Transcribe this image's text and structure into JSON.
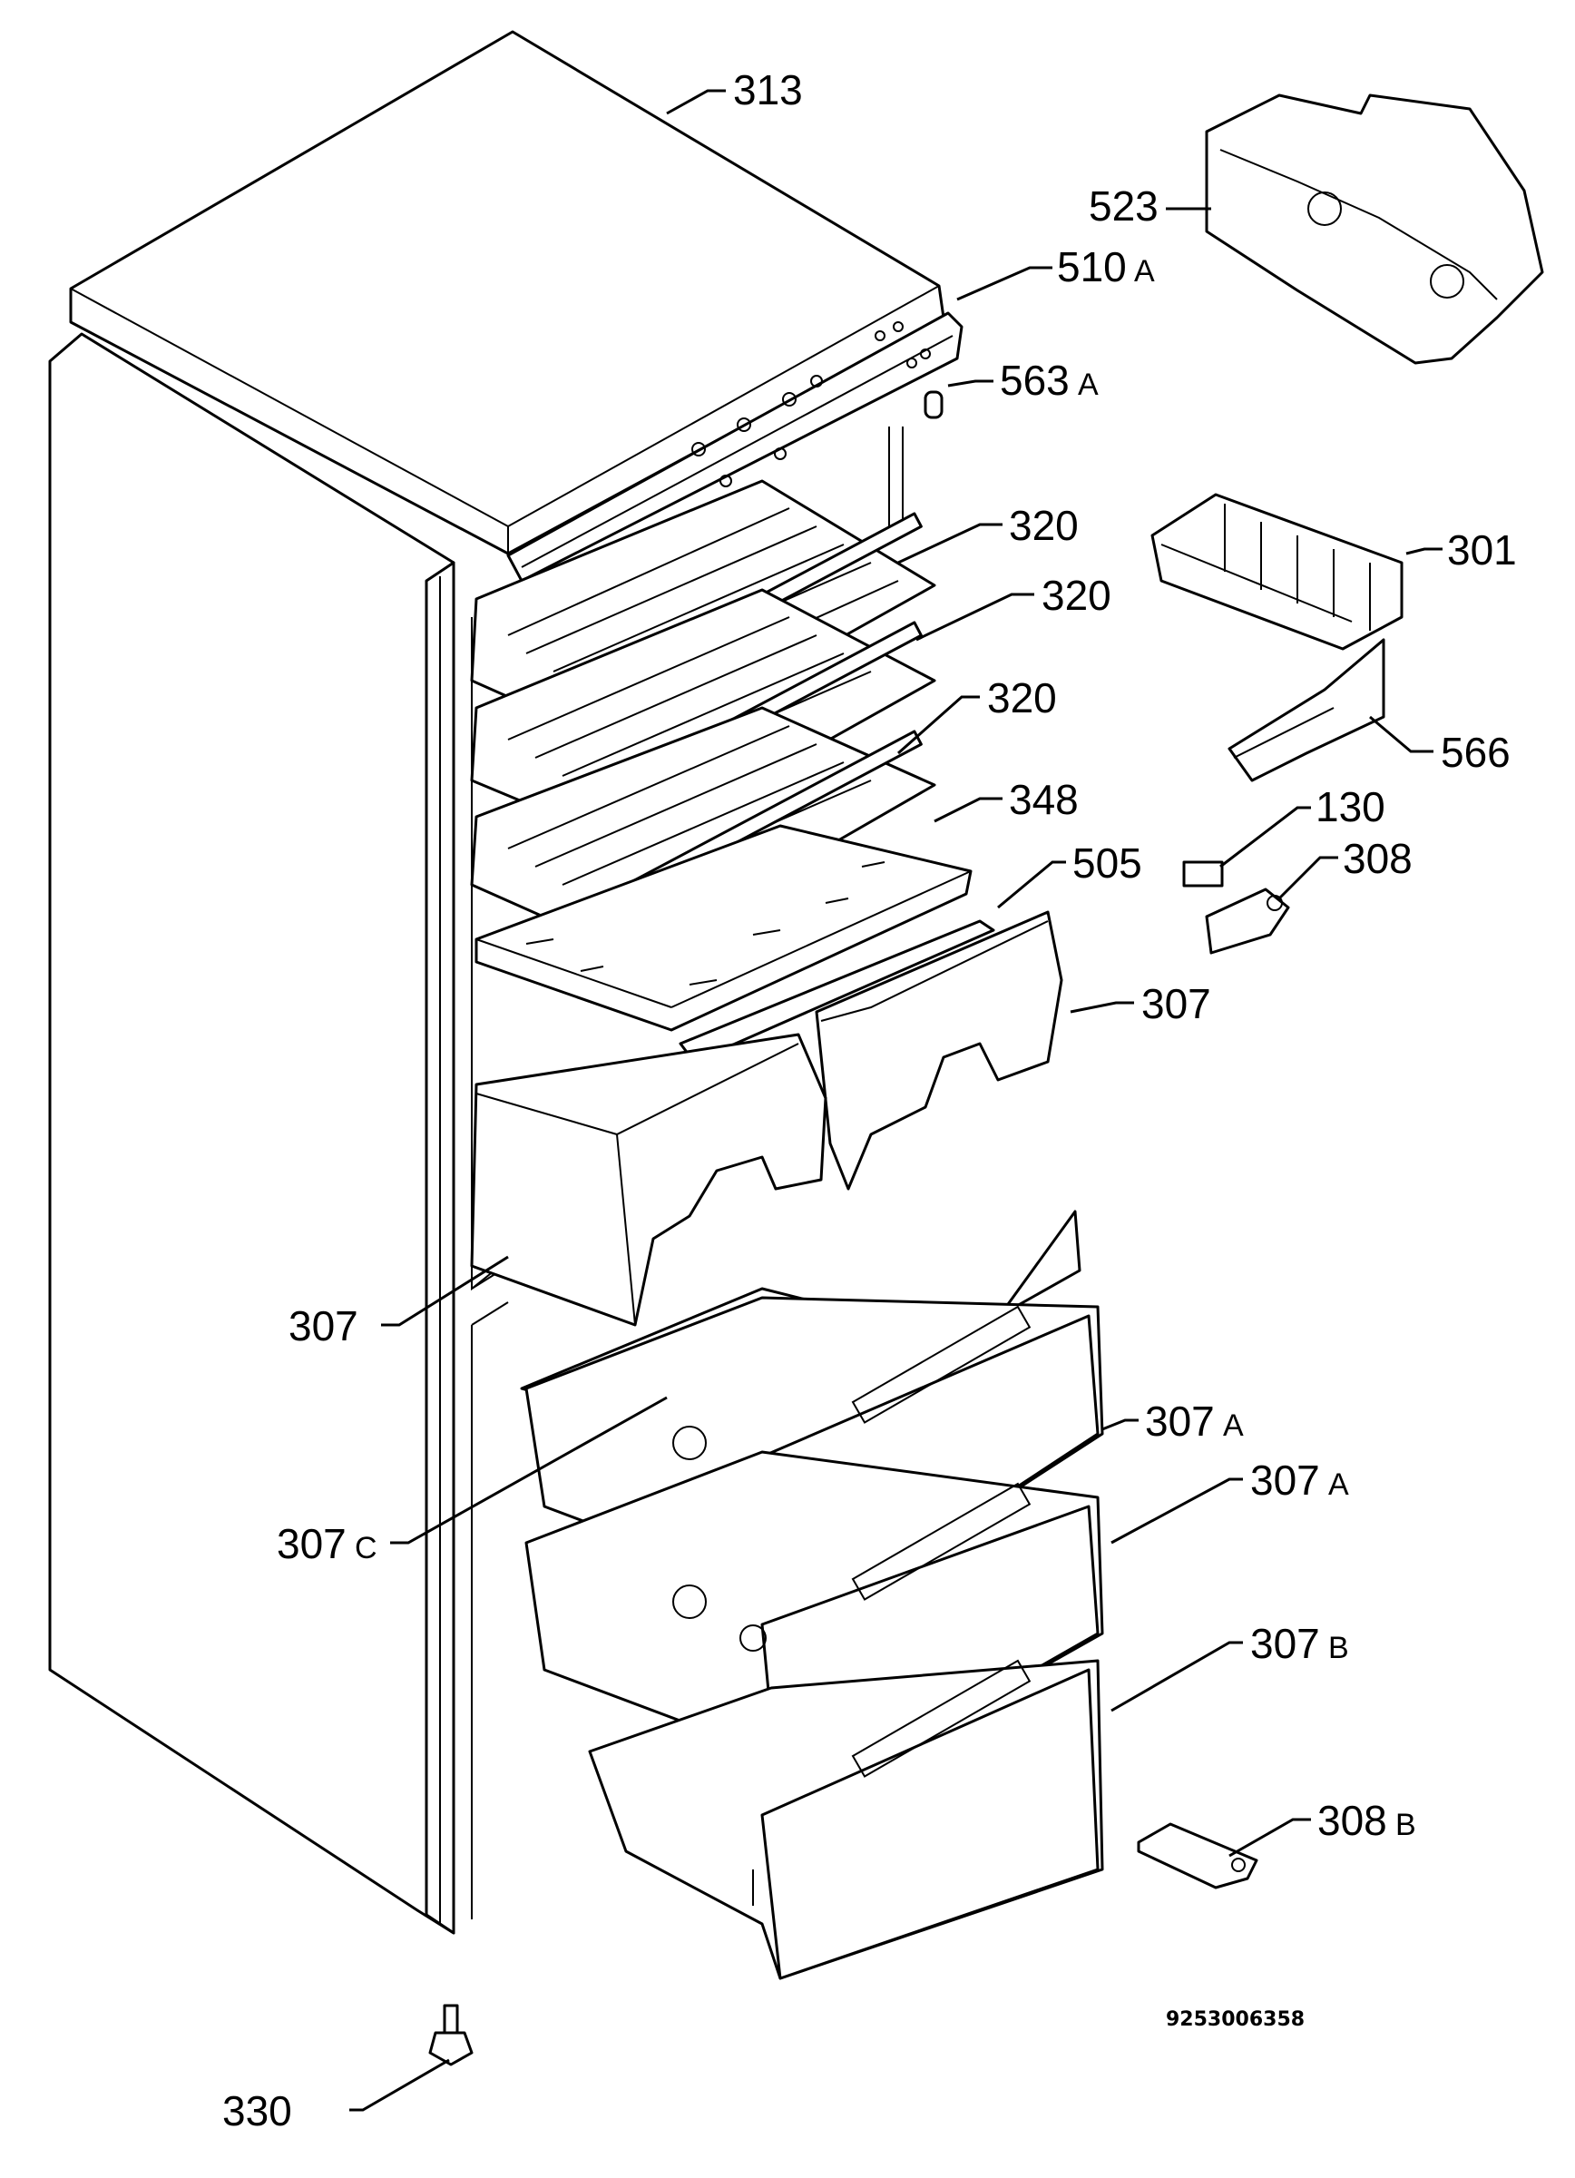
{
  "labels": {
    "p313": "313",
    "p523": "523",
    "p510": "510",
    "p510_sfx": "A",
    "p563": "563",
    "p563_sfx": "A",
    "p320a": "320",
    "p320b": "320",
    "p320c": "320",
    "p301": "301",
    "p566": "566",
    "p348": "348",
    "p130": "130",
    "p505": "505",
    "p308": "308",
    "p307r": "307",
    "p307l": "307",
    "p307a1": "307",
    "p307a1_sfx": "A",
    "p307a2": "307",
    "p307a2_sfx": "A",
    "p307c": "307",
    "p307c_sfx": "C",
    "p307b": "307",
    "p307b_sfx": "B",
    "p308b": "308",
    "p308b_sfx": "B",
    "p330": "330"
  },
  "drawing_code": "9253006358",
  "colors": {
    "line": "#000000",
    "paper": "#ffffff",
    "shade": "#e9e9e9"
  }
}
